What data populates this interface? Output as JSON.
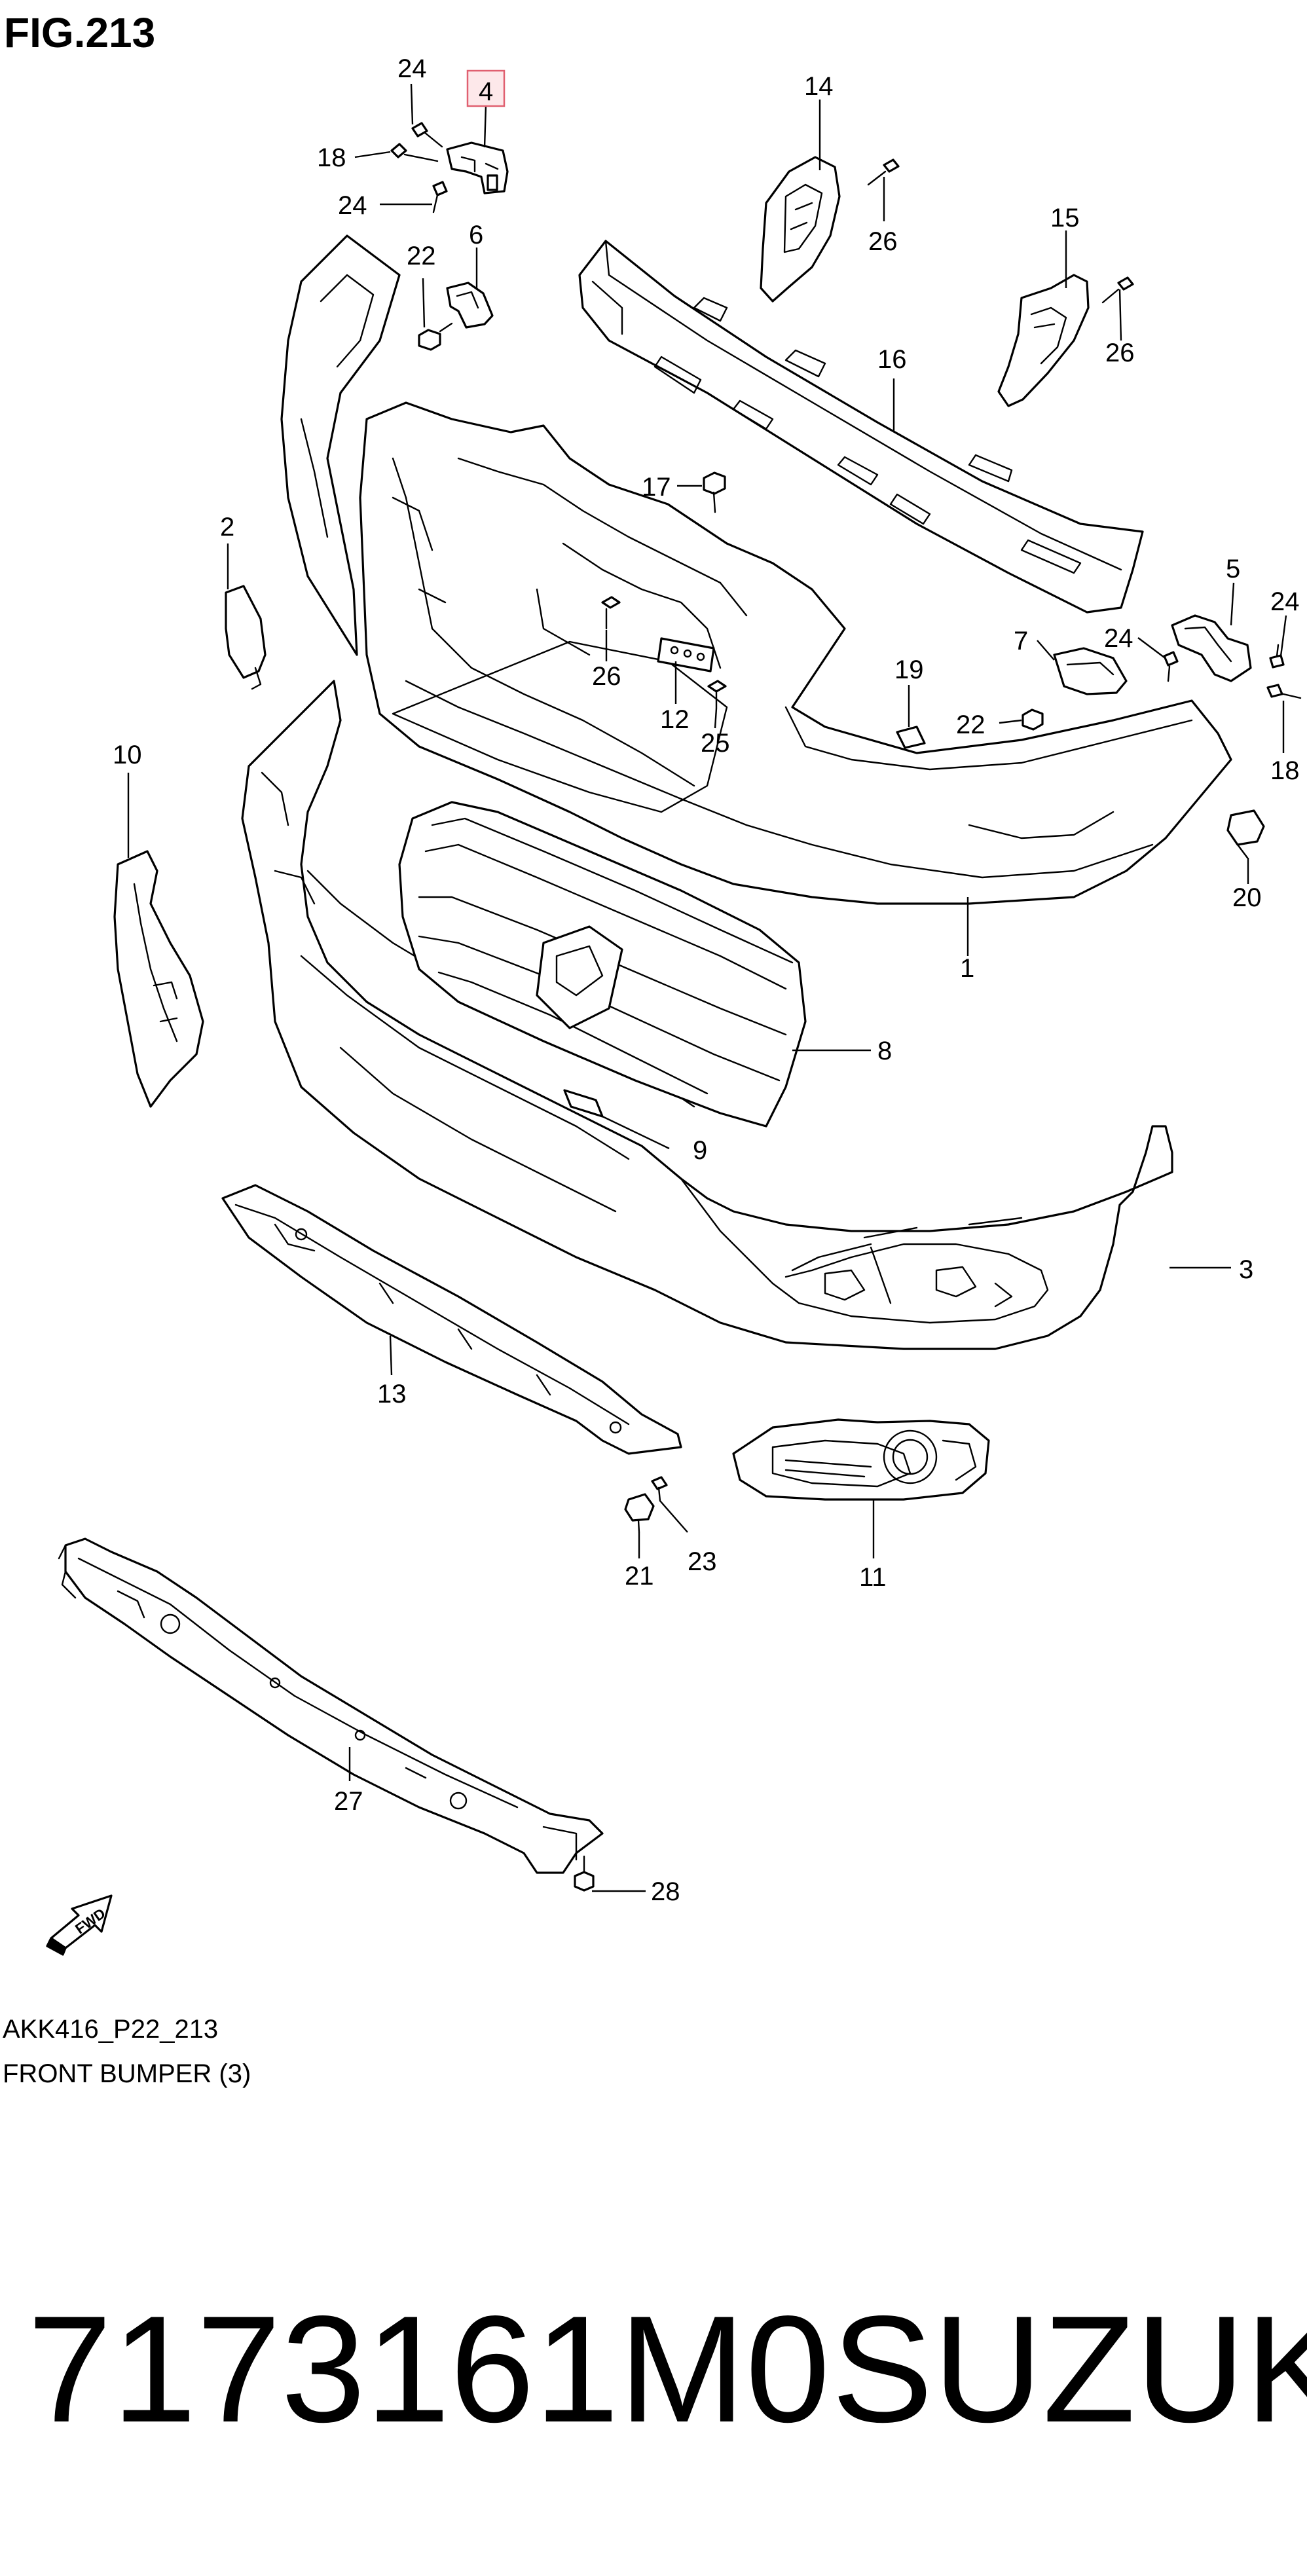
{
  "figure": {
    "title": "FIG.213",
    "code": "AKK416_P22_213",
    "caption": "FRONT BUMPER (3)",
    "direction_marker": "FWD",
    "highlighted_label": "4",
    "highlight_color": "#fde8ea"
  },
  "callouts": [
    {
      "id": "c24a",
      "text": "24"
    },
    {
      "id": "c4",
      "text": "4"
    },
    {
      "id": "c18a",
      "text": "18"
    },
    {
      "id": "c24b",
      "text": "24"
    },
    {
      "id": "c22a",
      "text": "22"
    },
    {
      "id": "c6",
      "text": "6"
    },
    {
      "id": "c14",
      "text": "14"
    },
    {
      "id": "c26a",
      "text": "26"
    },
    {
      "id": "c15",
      "text": "15"
    },
    {
      "id": "c26b",
      "text": "26"
    },
    {
      "id": "c16",
      "text": "16"
    },
    {
      "id": "c17",
      "text": "17"
    },
    {
      "id": "c2",
      "text": "2"
    },
    {
      "id": "c26c",
      "text": "26"
    },
    {
      "id": "c12",
      "text": "12"
    },
    {
      "id": "c25",
      "text": "25"
    },
    {
      "id": "c19",
      "text": "19"
    },
    {
      "id": "c7",
      "text": "7"
    },
    {
      "id": "c24c",
      "text": "24"
    },
    {
      "id": "c5",
      "text": "5"
    },
    {
      "id": "c24d",
      "text": "24"
    },
    {
      "id": "c22b",
      "text": "22"
    },
    {
      "id": "c18b",
      "text": "18"
    },
    {
      "id": "c10",
      "text": "10"
    },
    {
      "id": "c20",
      "text": "20"
    },
    {
      "id": "c1",
      "text": "1"
    },
    {
      "id": "c8",
      "text": "8"
    },
    {
      "id": "c9",
      "text": "9"
    },
    {
      "id": "c3",
      "text": "3"
    },
    {
      "id": "c13",
      "text": "13"
    },
    {
      "id": "c21",
      "text": "21"
    },
    {
      "id": "c23",
      "text": "23"
    },
    {
      "id": "c11",
      "text": "11"
    },
    {
      "id": "c27",
      "text": "27"
    },
    {
      "id": "c28",
      "text": "28"
    }
  ],
  "part_number": "7173161M0",
  "brand": "SUZUKI"
}
